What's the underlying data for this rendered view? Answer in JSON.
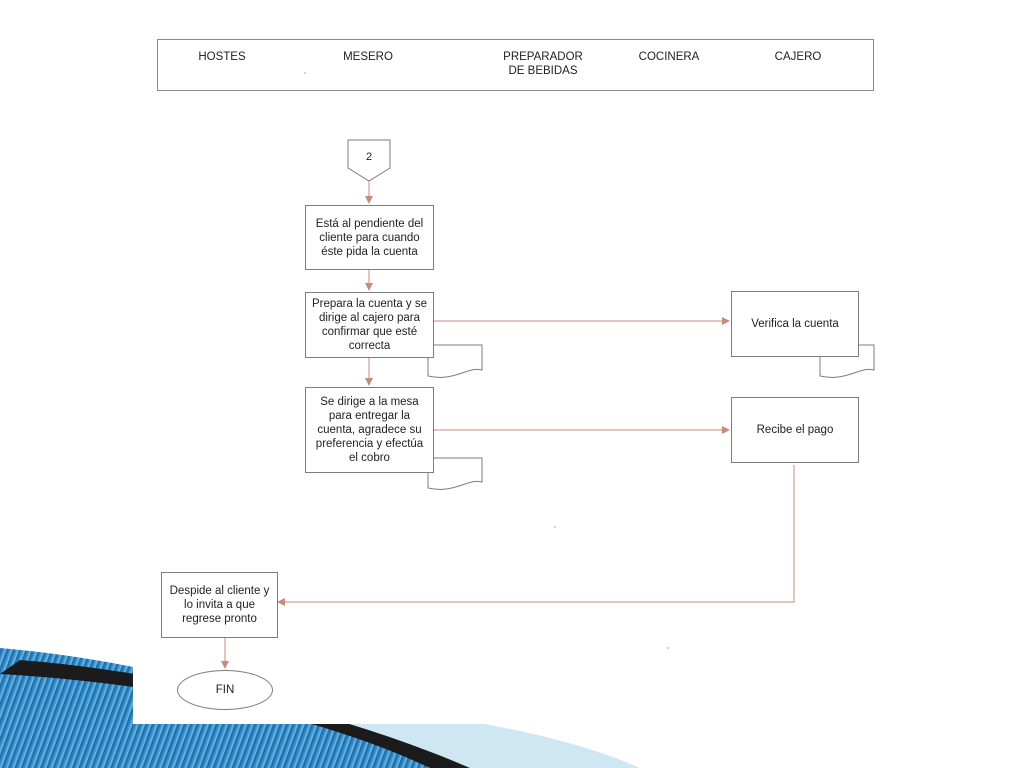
{
  "lanes": [
    "HOSTES",
    "MESERO",
    "PREPARADOR\nDE BEBIDAS",
    "COCINERA",
    "CAJERO"
  ],
  "connector": {
    "label": "2"
  },
  "nodes": {
    "pendiente": "Está al pendiente del cliente para cuando éste pida la cuenta",
    "prepara": "Prepara la cuenta y se dirige al cajero para confirmar que esté correcta",
    "dirige": "Se dirige a la mesa para entregar la cuenta, agradece su preferencia y efectúa el cobro",
    "verifica": "Verifica la cuenta",
    "recibe": "Recibe el pago",
    "despide": "Despide al cliente y lo invita a que regrese pronto",
    "fin": "FIN"
  },
  "colors": {
    "arrow": "#c98a7e",
    "border": "#7c7c7c",
    "wave_dark": "#1b1b1b",
    "wave_blue": "#2e86c6",
    "wave_light": "#cfe6f3"
  }
}
